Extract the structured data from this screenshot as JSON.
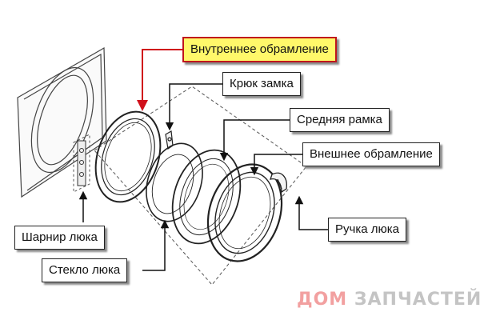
{
  "labels": {
    "inner_frame": "Внутреннее обрамление",
    "lock_hook": "Крюк замка",
    "middle_frame": "Средняя рамка",
    "outer_frame": "Внешнее обрамление",
    "door_handle": "Ручка люка",
    "door_hinge": "Шарнир люка",
    "door_glass": "Стекло люка"
  },
  "watermark": {
    "part1": "ДОМ",
    "part2": "ЗАПЧАСТЕЙ"
  },
  "colors": {
    "highlight_fill": "#fff86a",
    "highlight_border": "#c0141b",
    "pointer_red": "#d0101b",
    "line_dark": "#222222"
  }
}
